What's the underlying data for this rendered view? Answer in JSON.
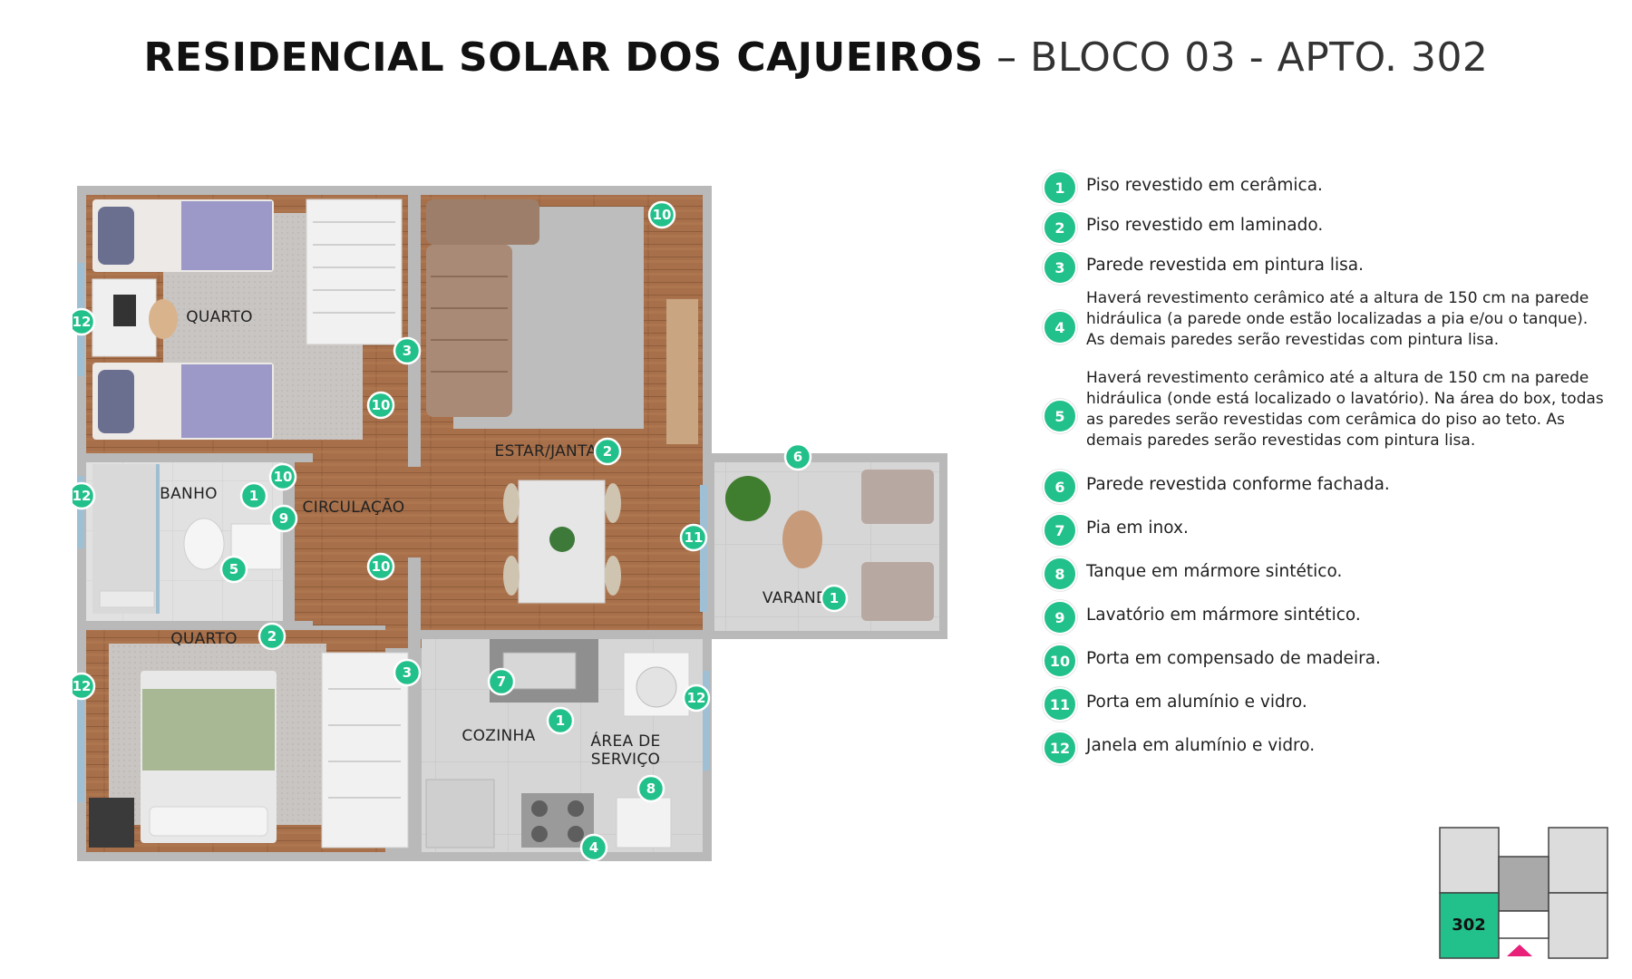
{
  "title": {
    "main": "RESIDENCIAL SOLAR DOS CAJUEIROS",
    "dash": " – ",
    "sub": "BLOCO 03 - APTO. 302"
  },
  "rooms": {
    "quarto_top": "QUARTO",
    "estar": "ESTAR/JANTAR",
    "banho": "BANHO",
    "circulacao": "CIRCULAÇÃO",
    "quarto_bottom": "QUARTO",
    "varanda": "VARANDA",
    "cozinha": "COZINHA",
    "area_servico_1": "ÁREA DE",
    "area_servico_2": "SERVIÇO"
  },
  "markers": {
    "m_sala_porta": "10",
    "m_quarto_janela": "12",
    "m_parede_circ": "3",
    "m_porta_quarto": "10",
    "m_estar": "2",
    "m_varanda_parede": "6",
    "m_banho_porta": "10",
    "m_banho_janela": "12",
    "m_banho_piso": "1",
    "m_lavatorio": "9",
    "m_banho_parede": "5",
    "m_varanda_porta": "11",
    "m_varanda_piso": "1",
    "m_porta_quarto2": "10",
    "m_quarto2_piso": "2",
    "m_quarto2_janela": "12",
    "m_parede_circ2": "3",
    "m_pia": "7",
    "m_servico_janela": "12",
    "m_cozinha_piso": "1",
    "m_tanque": "8",
    "m_cozinha_parede": "4"
  },
  "legend": [
    {
      "num": "1",
      "text": "Piso revestido em cerâmica."
    },
    {
      "num": "2",
      "text": "Piso revestido em laminado."
    },
    {
      "num": "3",
      "text": "Parede revestida em pintura lisa."
    },
    {
      "num": "4",
      "text": "Haverá revestimento cerâmico até a altura de 150 cm na parede hidráulica (a parede onde estão localizadas a pia e/ou o tanque). As demais paredes serão revestidas com pintura lisa."
    },
    {
      "num": "5",
      "text": "Haverá revestimento cerâmico até a altura de 150 cm na parede hidráulica (onde está localizado o lavatório). Na área do box, todas as paredes serão revestidas com cerâmica do piso ao teto. As demais paredes serão revestidas com pintura lisa."
    },
    {
      "num": "6",
      "text": "Parede revestida conforme fachada."
    },
    {
      "num": "7",
      "text": "Pia em inox."
    },
    {
      "num": "8",
      "text": "Tanque em mármore sintético."
    },
    {
      "num": "9",
      "text": "Lavatório em mármore sintético."
    },
    {
      "num": "10",
      "text": "Porta em compensado de madeira."
    },
    {
      "num": "11",
      "text": "Porta em alumínio e vidro."
    },
    {
      "num": "12",
      "text": "Janela em alumínio e vidro."
    }
  ],
  "keyplan": {
    "unit": "302"
  },
  "colors": {
    "accent": "#22c08a",
    "wood": "#a8704a",
    "tile": "#d9d9d9",
    "wall": "#b9b9b9",
    "marker_pink": "#e8207a"
  }
}
